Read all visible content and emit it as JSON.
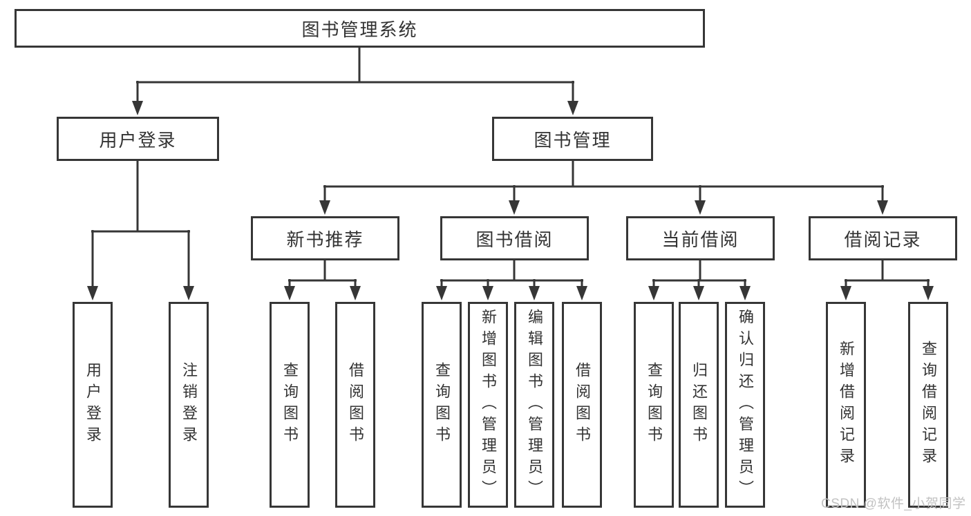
{
  "diagram_type": "tree",
  "colors": {
    "line": "#363636",
    "box_background": "#ffffff",
    "text": "#333333",
    "watermark": "#c2c2c2",
    "page_background": "#ffffff"
  },
  "tree": {
    "label": "图书管理系统",
    "children": [
      {
        "label": "用户登录",
        "children": [
          {
            "label": "用户登录"
          },
          {
            "label": "注销登录"
          }
        ]
      },
      {
        "label": "图书管理",
        "children": [
          {
            "label": "新书推荐",
            "children": [
              {
                "label": "查询图书"
              },
              {
                "label": "借阅图书"
              }
            ]
          },
          {
            "label": "图书借阅",
            "children": [
              {
                "label": "查询图书"
              },
              {
                "label": "新增图书（管理员）"
              },
              {
                "label": "编辑图书（管理员）"
              },
              {
                "label": "借阅图书"
              }
            ]
          },
          {
            "label": "当前借阅",
            "children": [
              {
                "label": "查询图书"
              },
              {
                "label": "归还图书"
              },
              {
                "label": "确认归还（管理员）"
              }
            ]
          },
          {
            "label": "借阅记录",
            "children": [
              {
                "label": "新增借阅记录"
              },
              {
                "label": "查询借阅记录"
              }
            ]
          }
        ]
      }
    ]
  },
  "watermark": {
    "text": "CSDN @软件_小贺同学"
  }
}
